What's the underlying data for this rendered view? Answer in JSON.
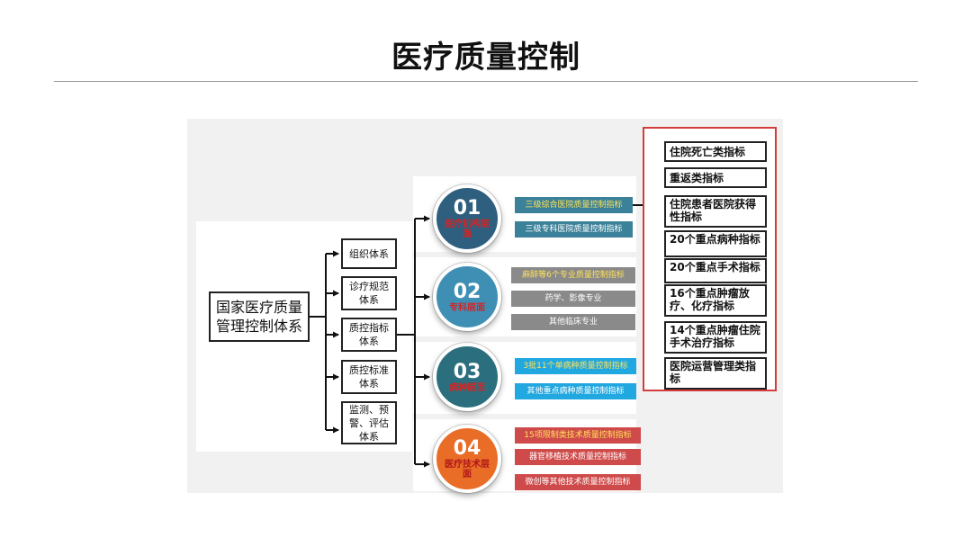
{
  "title": "医疗质量控制",
  "root": "国家医疗质量管理控制体系",
  "subsystems": [
    {
      "label": "组织体系"
    },
    {
      "label": "诊疗规范体系"
    },
    {
      "label": "质控指标体系"
    },
    {
      "label": "质控标准体系"
    },
    {
      "label": "监测、预警、评估体系"
    }
  ],
  "levels": [
    {
      "num": "01",
      "label": "医疗机构层面",
      "circle_color": "#2e5f7f",
      "label_color": "#d42424",
      "tags": [
        {
          "text": "三级综合医院质量控制指标",
          "bg": "#3a8199",
          "color": "#ffe15a"
        },
        {
          "text": "三级专科医院质量控制指标",
          "bg": "#3a8199",
          "color": "#ffffff"
        }
      ]
    },
    {
      "num": "02",
      "label": "专科层面",
      "circle_color": "#3f8fb5",
      "label_color": "#d42424",
      "tags": [
        {
          "text": "麻醉等6个专业质量控制指标",
          "bg": "#8a8a8a",
          "color": "#ffe15a"
        },
        {
          "text": "药学、影像专业",
          "bg": "#8a8a8a",
          "color": "#ffffff"
        },
        {
          "text": "其他临床专业",
          "bg": "#8a8a8a",
          "color": "#ffffff"
        }
      ]
    },
    {
      "num": "03",
      "label": "病种层面",
      "circle_color": "#2b6f7e",
      "label_color": "#d42424",
      "tags": [
        {
          "text": "3批11个单病种质量控制指标",
          "bg": "#22a8e0",
          "color": "#ffe15a"
        },
        {
          "text": "其他重点病种质量控制指标",
          "bg": "#22a8e0",
          "color": "#ffffff"
        }
      ]
    },
    {
      "num": "04",
      "label": "医疗技术层面",
      "circle_color": "#e96c27",
      "label_color": "#b01818",
      "tags": [
        {
          "text": "15项限制类技术质量控制指标",
          "bg": "#cf4a4a",
          "color": "#ffe15a"
        },
        {
          "text": "器官移植技术质量控制指标",
          "bg": "#cf4a4a",
          "color": "#ffffff"
        },
        {
          "text": "微创等其他技术质量控制指标",
          "bg": "#cf4a4a",
          "color": "#ffffff"
        }
      ]
    }
  ],
  "indicators": [
    {
      "label": "住院死亡类指标"
    },
    {
      "label": "重返类指标"
    },
    {
      "label": "住院患者医院获得性指标"
    },
    {
      "label": "20个重点病种指标"
    },
    {
      "label": "20个重点手术指标"
    },
    {
      "label": "16个重点肿瘤放疗、化疗指标"
    },
    {
      "label": "14个重点肿瘤住院手术治疗指标"
    },
    {
      "label": "医院运营管理类指标"
    }
  ]
}
